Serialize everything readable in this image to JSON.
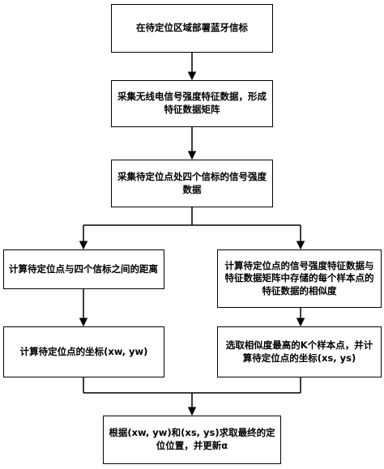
{
  "diagram": {
    "nodes": [
      {
        "id": "deploy_beacons",
        "text": "在待定位区域部署蓝牙信标"
      },
      {
        "id": "collect_rssi",
        "text": "采集无线电信号强度特征数据，形成特征数据矩阵"
      },
      {
        "id": "collect_point_rssi",
        "text": "采集待定位点处四个信标的信号强度数据"
      },
      {
        "id": "compute_distance",
        "text": "计算待定位点与四个信标之间的距离"
      },
      {
        "id": "compute_similarity",
        "text": "计算待定位点的信号强度特征数据与特征数据矩阵中存储的每个样本点的特征数据的相似度"
      },
      {
        "id": "compute_coord_w",
        "text": "计算待定位点的坐标(xw, yw)"
      },
      {
        "id": "select_k",
        "text": "选取相似度最高的K个样本点，并计算待定位点的坐标(xs, ys)"
      },
      {
        "id": "final_position",
        "text": "根据(xw, yw)和(xs, ys)求取最终的定位位置，并更新α"
      }
    ],
    "edges": [
      {
        "from": "deploy_beacons",
        "to": "collect_rssi"
      },
      {
        "from": "collect_rssi",
        "to": "collect_point_rssi"
      },
      {
        "from": "collect_point_rssi",
        "to": "compute_distance"
      },
      {
        "from": "collect_point_rssi",
        "to": "compute_similarity"
      },
      {
        "from": "compute_distance",
        "to": "compute_coord_w"
      },
      {
        "from": "compute_similarity",
        "to": "select_k"
      },
      {
        "from": "compute_coord_w",
        "to": "final_position"
      },
      {
        "from": "select_k",
        "to": "final_position"
      }
    ]
  }
}
